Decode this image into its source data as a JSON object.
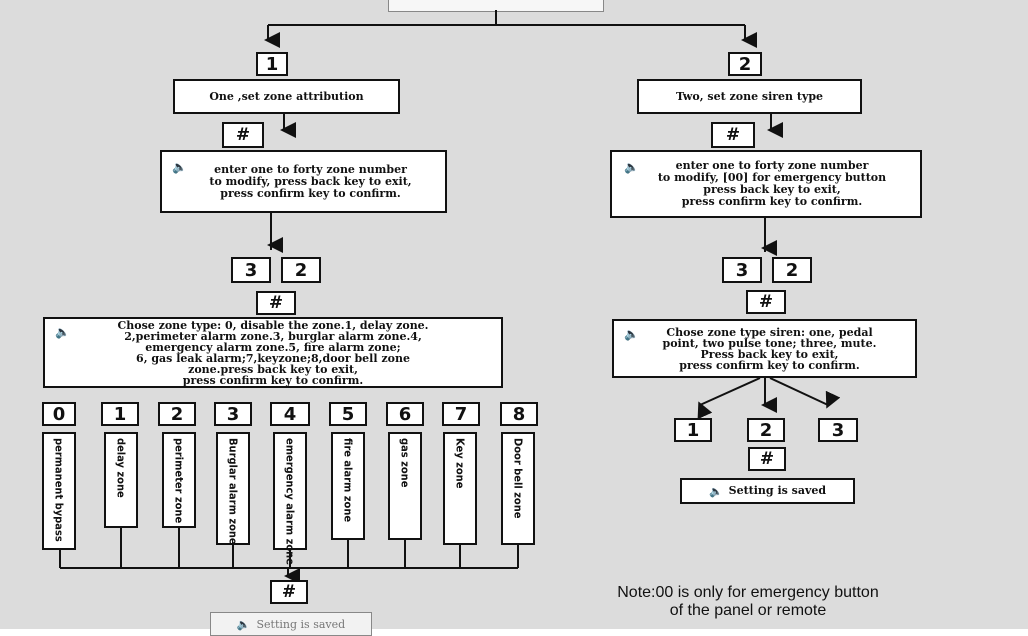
{
  "left_branch": {
    "step_key": "1",
    "title": "One ,set zone attribution",
    "hash_key": "#",
    "prompt": "enter one to forty zone number\nto modify, press back key to exit,\npress confirm key to confirm.",
    "code_keys": [
      "3",
      "2"
    ],
    "hash_key_2": "#",
    "zone_prompt": "Chose zone type: 0, disable the zone.1, delay zone.\n2,perimeter alarm zone.3, burglar alarm zone.4,\nemergency alarm zone.5, fire alarm zone;\n6, gas leak alarm;7,keyzone;8,door bell zone\nzone.press back key to exit,\npress confirm key to confirm.",
    "zones": [
      {
        "key": "0",
        "label": "permanent bypass"
      },
      {
        "key": "1",
        "label": "delay zone"
      },
      {
        "key": "2",
        "label": "perimeter zone"
      },
      {
        "key": "3",
        "label": "Burglar alarm zone"
      },
      {
        "key": "4",
        "label": "emergency alarm zone"
      },
      {
        "key": "5",
        "label": "fire alarm zone"
      },
      {
        "key": "6",
        "label": "gas zone"
      },
      {
        "key": "7",
        "label": "Key zone"
      },
      {
        "key": "8",
        "label": "Door bell zone"
      }
    ],
    "final_hash": "#",
    "saved": "Setting is saved"
  },
  "right_branch": {
    "step_key": "2",
    "title": "Two, set zone siren type",
    "hash_key": "#",
    "prompt": "enter one to forty zone number\nto modify, [00] for emergency button\npress back key to exit,\npress confirm key to confirm.",
    "code_keys": [
      "3",
      "2"
    ],
    "hash_key_2": "#",
    "siren_prompt": "Chose zone type siren: one, pedal\npoint, two pulse tone; three, mute.\nPress back key to exit,\npress confirm key to confirm.",
    "siren_keys": [
      "1",
      "2",
      "3"
    ],
    "final_hash": "#",
    "saved": "Setting is saved"
  },
  "note": "Note:00 is only for emergency button\nof the panel or remote",
  "icons": {
    "speaker": "speaker-icon"
  },
  "colors": {
    "background": "#dcdcdc",
    "box": "#ffffff",
    "line": "#111111"
  }
}
